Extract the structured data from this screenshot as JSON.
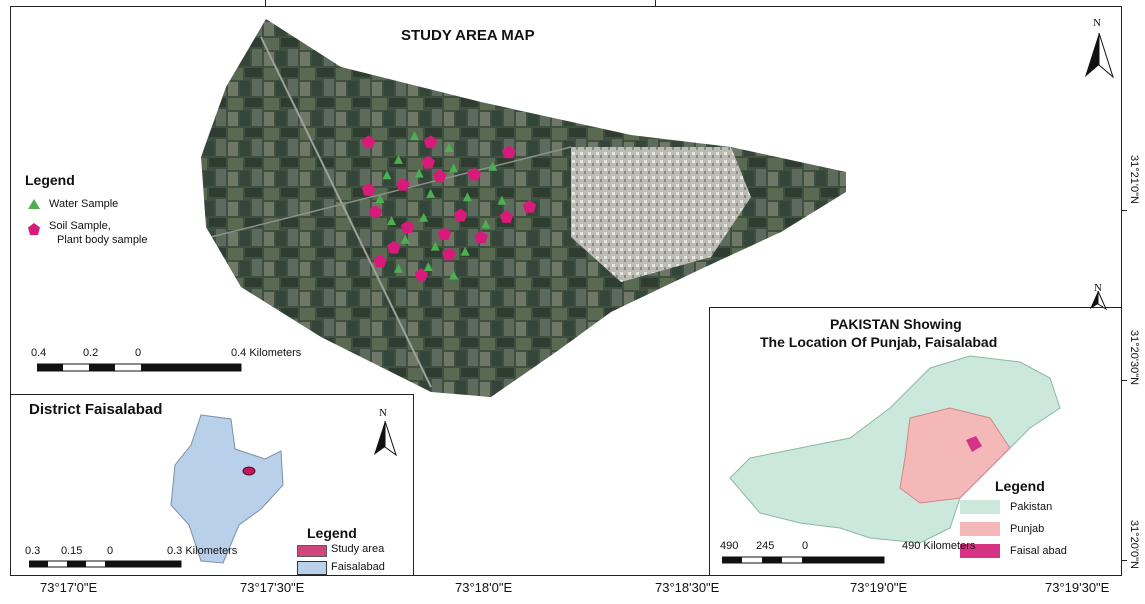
{
  "main_map": {
    "title": "STUDY AREA MAP",
    "north_label": "N",
    "legend": {
      "title": "Legend",
      "items": [
        {
          "label": "Water Sample",
          "symbol": "triangle",
          "color": "#4caf50"
        },
        {
          "label": "Soil Sample,",
          "label2": "Plant body sample",
          "symbol": "pentagon",
          "color": "#d81b7a"
        }
      ]
    },
    "scale_bar": {
      "labels": [
        "0.4",
        "0.2",
        "0",
        "0.4 Kilometers"
      ]
    },
    "sample_points": {
      "soil": [
        [
          0.25,
          0.12
        ],
        [
          0.52,
          0.12
        ],
        [
          0.86,
          0.18
        ],
        [
          0.51,
          0.24
        ],
        [
          0.4,
          0.37
        ],
        [
          0.25,
          0.4
        ],
        [
          0.56,
          0.32
        ],
        [
          0.71,
          0.31
        ],
        [
          0.28,
          0.53
        ],
        [
          0.65,
          0.55
        ],
        [
          0.42,
          0.62
        ],
        [
          0.58,
          0.66
        ],
        [
          0.74,
          0.68
        ],
        [
          0.36,
          0.74
        ],
        [
          0.85,
          0.56
        ],
        [
          0.3,
          0.82
        ],
        [
          0.6,
          0.78
        ],
        [
          0.48,
          0.9
        ],
        [
          0.95,
          0.5
        ]
      ],
      "water": [
        [
          0.45,
          0.08
        ],
        [
          0.6,
          0.15
        ],
        [
          0.38,
          0.22
        ],
        [
          0.33,
          0.31
        ],
        [
          0.47,
          0.3
        ],
        [
          0.62,
          0.27
        ],
        [
          0.79,
          0.26
        ],
        [
          0.3,
          0.45
        ],
        [
          0.52,
          0.42
        ],
        [
          0.68,
          0.44
        ],
        [
          0.83,
          0.46
        ],
        [
          0.35,
          0.58
        ],
        [
          0.49,
          0.56
        ],
        [
          0.76,
          0.6
        ],
        [
          0.41,
          0.69
        ],
        [
          0.54,
          0.73
        ],
        [
          0.67,
          0.76
        ],
        [
          0.38,
          0.86
        ],
        [
          0.51,
          0.85
        ],
        [
          0.62,
          0.9
        ]
      ]
    }
  },
  "district_inset": {
    "title": "District Faisalabad",
    "north_label": "N",
    "legend": {
      "title": "Legend",
      "items": [
        {
          "label": "Study area",
          "color": "#c2185b"
        },
        {
          "label": "Faisalabad",
          "color": "#b8d0ea"
        }
      ]
    },
    "scale_bar": {
      "labels": [
        "0.3",
        "0.15",
        "0",
        "0.3 Kilometers"
      ]
    }
  },
  "pakistan_inset": {
    "title_line1": "PAKISTAN Showing",
    "title_line2": "The Location Of Punjab, Faisalabad",
    "north_label": "N",
    "legend": {
      "title": "Legend",
      "items": [
        {
          "label": "Pakistan",
          "color": "#cce8dc"
        },
        {
          "label": "Punjab",
          "color": "#f4b8b8"
        },
        {
          "label": "Faisal abad",
          "color": "#d63384"
        }
      ]
    },
    "scale_bar": {
      "labels": [
        "490",
        "245",
        "0",
        "490 Kilometers"
      ]
    }
  },
  "graticule": {
    "longitudes": [
      "73°17'0\"E",
      "73°17'30\"E",
      "73°18'0\"E",
      "73°18'30\"E",
      "73°19'0\"E",
      "73°19'30\"E"
    ],
    "latitudes": [
      "31°21'0\"N",
      "31°20'30\"N",
      "31°20'0\"N"
    ]
  }
}
